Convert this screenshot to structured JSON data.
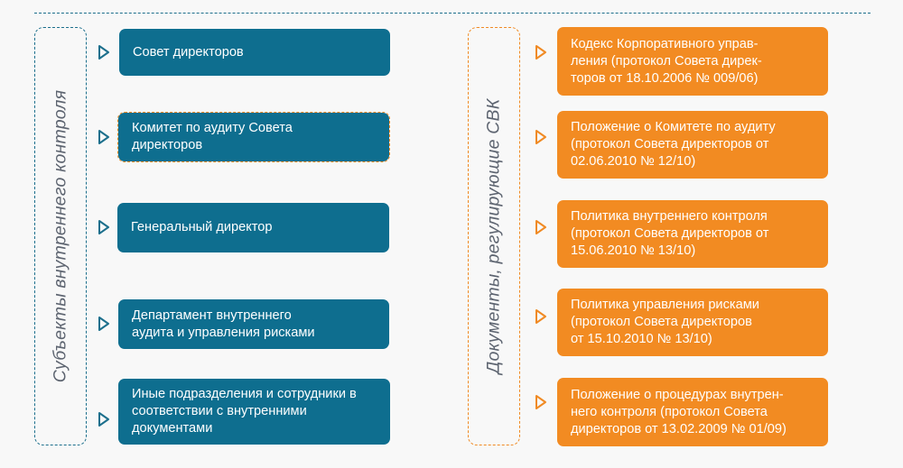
{
  "left_group": {
    "label": "Субъекты внутреннего контроля",
    "items": [
      {
        "label": "Совет директоров"
      },
      {
        "label": "Комитет по аудиту Совета\nдиректоров"
      },
      {
        "label": "Генеральный директор"
      },
      {
        "label": "Департамент внутреннего\nаудита и управления рисками"
      },
      {
        "label": "Иные подразделения и сотрудники в\nсоответствии с внутренними\nдокументами"
      }
    ]
  },
  "right_group": {
    "label": "Документы, регулирующие СВК",
    "items": [
      {
        "label": "Кодекс Корпоративного управ-\nления (протокол  Совета дирек-\nторов от 18.10.2006 № 009/06)"
      },
      {
        "label": "Положение о Комитете по аудиту\n(протокол  Совета директоров от\n02.06.2010 № 12/10)"
      },
      {
        "label": "Политика внутреннего контроля\n(протокол  Совета  директоров от\n15.06.2010  №  13/10)"
      },
      {
        "label": "Политика управления рисками\n(протокол  Совета директоров\nот 15.10.2010 № 13/10)"
      },
      {
        "label": "Положение о процедурах внутрен-\nнего контроля (протокол  Совета\nдиректоров от 13.02.2009 № 01/09)"
      }
    ]
  },
  "colors": {
    "blue": "#0e6e8f",
    "orange": "#f28b22",
    "dash_blue": "#1c6f8c",
    "dash_orange": "#f08a24"
  },
  "icons": {
    "arrow": "triangle-right-outline-icon"
  }
}
